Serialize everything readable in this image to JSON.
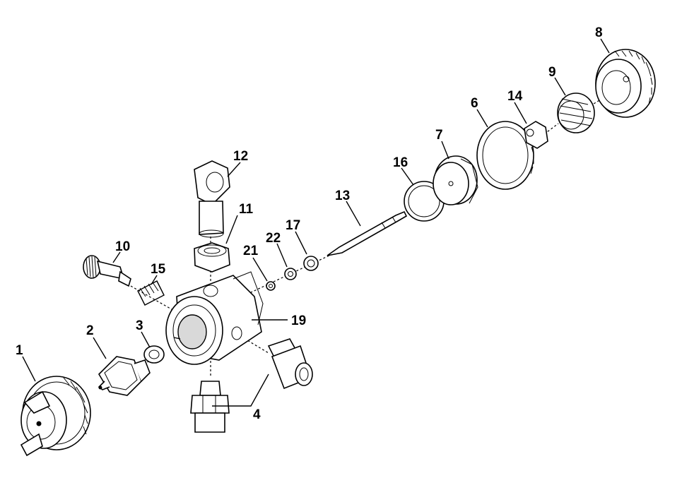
{
  "labels": {
    "p1": "1",
    "p2": "2",
    "p3": "3",
    "p4": "4",
    "p6": "6",
    "p7": "7",
    "p8": "8",
    "p9": "9",
    "p10": "10",
    "p11": "11",
    "p12": "12",
    "p13": "13",
    "p14": "14",
    "p15": "15",
    "p16": "16",
    "p17": "17",
    "p19": "19",
    "p21": "21",
    "p22": "22"
  },
  "colors": {
    "ink": "#000000",
    "paper": "#ffffff",
    "shade": "#d9d9d9"
  }
}
